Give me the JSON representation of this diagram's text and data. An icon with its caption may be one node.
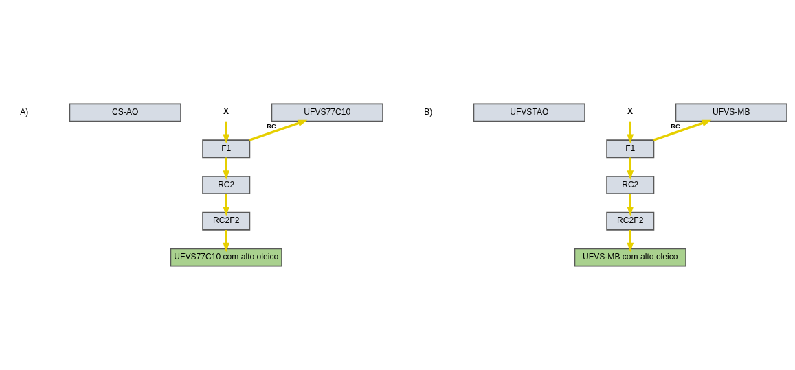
{
  "diagram": {
    "nodes": [
      {
        "text": [
          "CS-AO"
        ]
      },
      {
        "text": [
          "X"
        ]
      },
      {
        "text": [
          "UFVS77C10"
        ]
      },
      {
        "text": [
          "F1"
        ]
      },
      {
        "text": [
          "RC2"
        ]
      },
      {
        "text": [
          "RC2F2"
        ]
      },
      {
        "text": [
          "UFVS77C10 com alto oleico"
        ]
      },
      {
        "text": [
          "UFVSTAO"
        ]
      },
      {
        "text": [
          "X"
        ]
      },
      {
        "text": [
          "UFVS-MB"
        ]
      },
      {
        "text": [
          "F1"
        ]
      },
      {
        "text": [
          "RC2"
        ]
      },
      {
        "text": [
          "RC2F2"
        ]
      },
      {
        "text": [
          "UFVS-MB com alto oleico"
        ]
      }
    ],
    "edges": [
      {
        "from": 1,
        "to": 3,
        "arrow": "to"
      },
      {
        "from": 3,
        "to": 2,
        "arrow": "to",
        "label": "RC"
      },
      {
        "from": 3,
        "to": 4,
        "arrow": "to"
      },
      {
        "from": 4,
        "to": 5,
        "arrow": "to"
      },
      {
        "from": 5,
        "to": 6,
        "arrow": "to"
      },
      {
        "from": 8,
        "to": 10,
        "arrow": "to"
      },
      {
        "from": 10,
        "to": 9,
        "arrow": "to",
        "label": "RC"
      },
      {
        "from": 10,
        "to": 11,
        "arrow": "to"
      },
      {
        "from": 11,
        "to": 12,
        "arrow": "to"
      },
      {
        "from": 12,
        "to": 13,
        "arrow": "to"
      }
    ],
    "labels": [
      "A)",
      "B)"
    ]
  }
}
